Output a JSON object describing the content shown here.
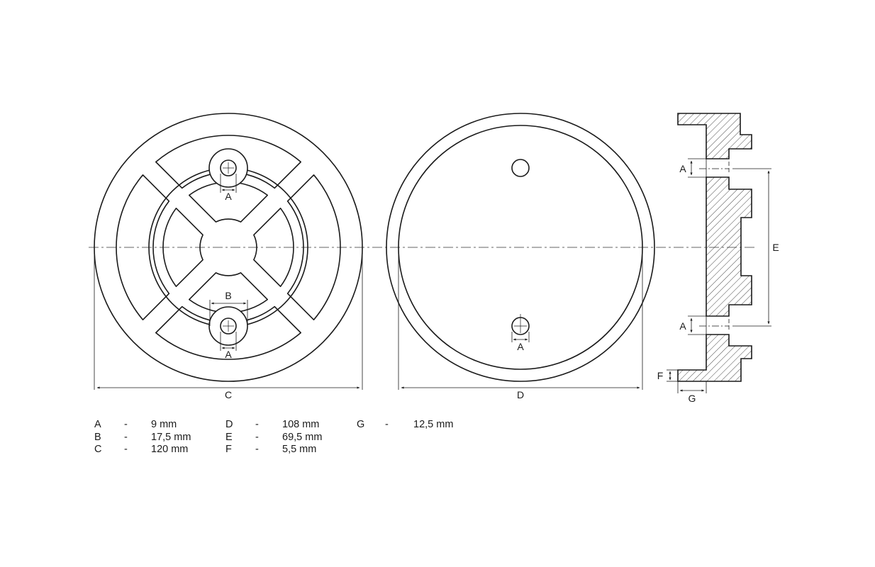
{
  "labels": {
    "A": "A",
    "B": "B",
    "C": "C",
    "D": "D",
    "E": "E",
    "F": "F",
    "G": "G"
  },
  "legend": {
    "columns": [
      [
        {
          "key": "A",
          "sep": "-",
          "value": "9 mm"
        },
        {
          "key": "B",
          "sep": "-",
          "value": "17,5 mm"
        },
        {
          "key": "C",
          "sep": "-",
          "value": "120 mm"
        }
      ],
      [
        {
          "key": "D",
          "sep": "-",
          "value": "108 mm"
        },
        {
          "key": "E",
          "sep": "-",
          "value": "69,5 mm"
        },
        {
          "key": "F",
          "sep": "-",
          "value": "5,5 mm"
        }
      ],
      [
        {
          "key": "G",
          "sep": "-",
          "value": "12,5 mm"
        }
      ]
    ]
  },
  "colors": {
    "line": "#1a1a1a"
  }
}
